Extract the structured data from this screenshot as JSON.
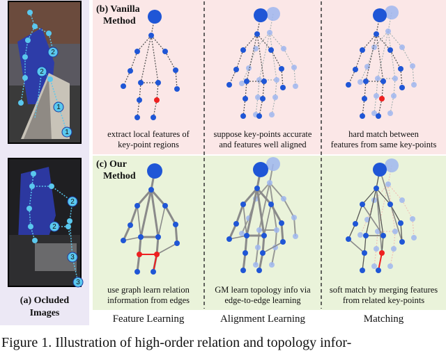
{
  "left_panel": {
    "caption": "(a)  Ocluded Images",
    "caption_line1": "(a)  Ocluded",
    "caption_line2": "Images",
    "top_image_markers": [
      "2",
      "2",
      "1",
      "1"
    ],
    "bottom_image_markers": [
      "2",
      "2",
      "3",
      "3"
    ]
  },
  "rows": {
    "vanilla": {
      "label_line1": "(b) Vanilla",
      "label_line2": "Method",
      "captions": [
        [
          "extract local features of",
          "key-point regions"
        ],
        [
          "suppose key-points accurate",
          "and features well aligned"
        ],
        [
          "hard match between",
          "features from same key-points"
        ]
      ]
    },
    "ours": {
      "label_line1": "(c) Our",
      "label_line2": "Method",
      "captions": [
        [
          "use graph learn relation",
          "information from edges"
        ],
        [
          "GM learn topology info via",
          "edge-to-edge learning"
        ],
        [
          "soft match by merging features",
          "from related key-points"
        ]
      ]
    }
  },
  "column_titles": [
    "Feature Learning",
    "Alignment Learning",
    "Matching"
  ],
  "figure_caption": "Figure 1.   Illustration of high-order relation and topology infor-",
  "colors": {
    "vanilla_bg": "#fbe7e7",
    "ours_bg": "#eaf3da",
    "joint_blue": "#1f56d6",
    "joint_light": "#9fb6ee",
    "highlight_red": "#ee2020",
    "edge_gray": "#8a8a8a"
  }
}
